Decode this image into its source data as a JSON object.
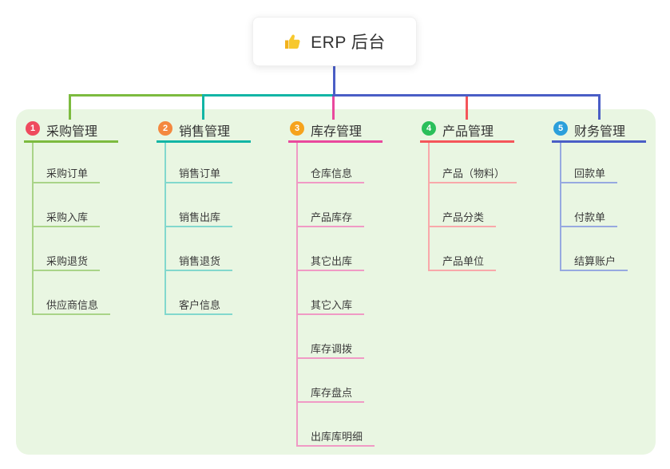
{
  "root": {
    "title": "ERP 后台",
    "icon": "thumbs-up",
    "icon_color": "#f5c02f"
  },
  "canvas": {
    "panel_bg": "#e9f6e2",
    "trunk_color": "#4a5ec6"
  },
  "branches": [
    {
      "num": "1",
      "label": "采购管理",
      "badge_color": "#ef4a5e",
      "line_color": "#7cbb3f",
      "light_color": "#a9d488",
      "items": [
        "采购订单",
        "采购入库",
        "采购退货",
        "供应商信息"
      ]
    },
    {
      "num": "2",
      "label": "销售管理",
      "badge_color": "#f4883f",
      "line_color": "#12b5a5",
      "light_color": "#82d8cd",
      "items": [
        "销售订单",
        "销售出库",
        "销售退货",
        "客户信息"
      ]
    },
    {
      "num": "3",
      "label": "库存管理",
      "badge_color": "#f6a31c",
      "line_color": "#e9489d",
      "light_color": "#f09ac5",
      "items": [
        "仓库信息",
        "产品库存",
        "其它出库",
        "其它入库",
        "库存调拨",
        "库存盘点",
        "出库库明细"
      ]
    },
    {
      "num": "4",
      "label": "产品管理",
      "badge_color": "#2abf5a",
      "line_color": "#f4555a",
      "light_color": "#f9a8aa",
      "items": [
        "产品（物料）",
        "产品分类",
        "产品单位"
      ]
    },
    {
      "num": "5",
      "label": "财务管理",
      "badge_color": "#2b9fdb",
      "line_color": "#4a5ec6",
      "light_color": "#97a9e0",
      "items": [
        "回款单",
        "付款单",
        "结算账户"
      ]
    }
  ]
}
